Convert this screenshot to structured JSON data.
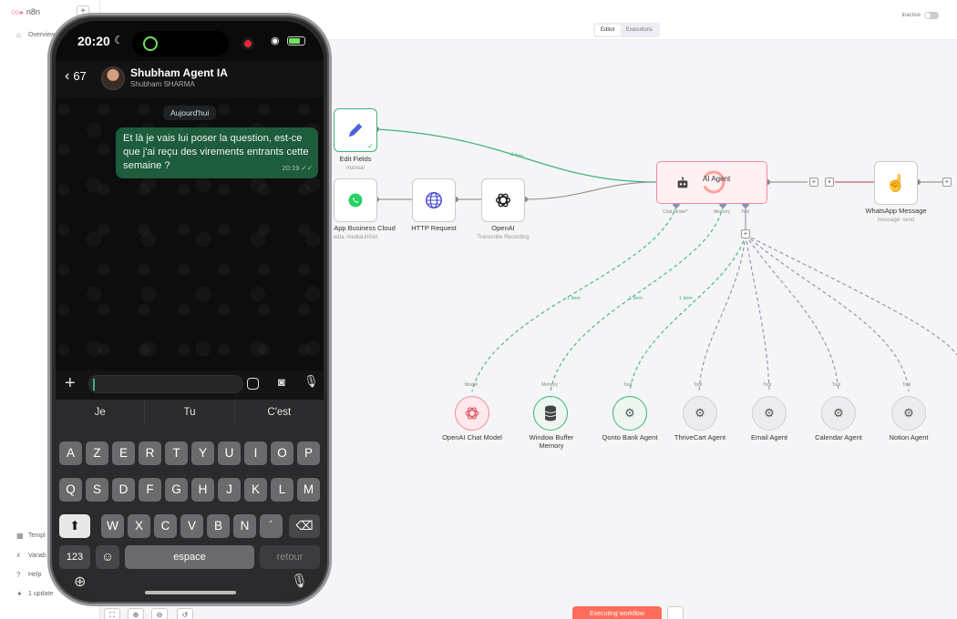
{
  "n8n": {
    "brand": "n8n",
    "sidebar": {
      "overview": "Overview",
      "templates": "Templ",
      "variables": "Variab",
      "help": "Help",
      "update": "1 update"
    },
    "tabs": {
      "editor": "Editor",
      "executions": "Executions"
    },
    "status_label": "Inactive",
    "nodes": {
      "edit_fields": {
        "label": "Edit Fields",
        "sub": "manual"
      },
      "whatsapp_trigger": {
        "label": "App Business Cloud",
        "sub": "edia: mediaUrlGet"
      },
      "http_request": {
        "label": "HTTP Request"
      },
      "openai": {
        "label": "OpenAI",
        "sub": "Transcribe Recording"
      },
      "ai_agent": {
        "label": "AI Agent",
        "port_model": "Chat Model*",
        "port_memory": "Memory",
        "port_tool": "Tool"
      },
      "whatsapp_message": {
        "label": "WhatsApp Message",
        "sub": "message: send"
      }
    },
    "edge_labels": {
      "item1": "1 item",
      "item2": "1 item",
      "item3": "1 item",
      "item4": "1 item"
    },
    "subnodes": [
      {
        "role": "Model",
        "label": "OpenAI Chat Model"
      },
      {
        "role": "Memory",
        "label": "Window Buffer\nMemory"
      },
      {
        "role": "Tool",
        "label": "Qonto Bank Agent"
      },
      {
        "role": "Tool",
        "label": "ThriveCart Agent"
      },
      {
        "role": "Tool",
        "label": "Email Agent"
      },
      {
        "role": "Tool",
        "label": "Calendar Agent"
      },
      {
        "role": "Tool",
        "label": "Notion Agent"
      }
    ],
    "executing_label": "Executing workflow",
    "colors": {
      "accent": "#ff6d5a",
      "success": "#3eb37b",
      "agent_border": "#f08ca0"
    }
  },
  "phone": {
    "time": "20:20",
    "header": {
      "back_count": "67",
      "name": "Shubham Agent IA",
      "subtitle": "Shubham SHARMA"
    },
    "date_separator": "Aujourd'hui",
    "message": {
      "text": "Et là je vais lui poser la question, est-ce que j'ai reçu des virements entrants cette semaine ?",
      "time": "20:19 ✓✓"
    },
    "suggestions": [
      "Je",
      "Tu",
      "C'est"
    ],
    "keys": {
      "row1": [
        "A",
        "Z",
        "E",
        "R",
        "T",
        "Y",
        "U",
        "I",
        "O",
        "P"
      ],
      "row2": [
        "Q",
        "S",
        "D",
        "F",
        "G",
        "H",
        "J",
        "K",
        "L",
        "M"
      ],
      "row3": [
        "W",
        "X",
        "C",
        "V",
        "B",
        "N",
        "´"
      ],
      "numbers": "123",
      "space": "espace",
      "return": "retour"
    }
  }
}
